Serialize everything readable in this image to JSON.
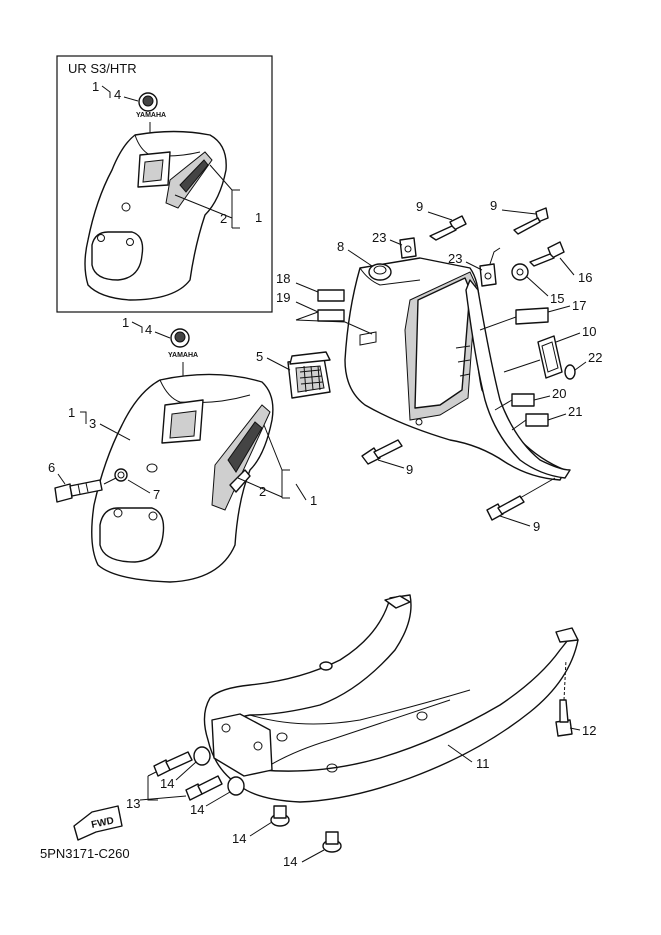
{
  "inset": {
    "title": "UR S3/HTR"
  },
  "emblem_text": "YAMAHA",
  "fwd_text": "FWD",
  "catalog_code": "5PN3171-C260",
  "callouts": {
    "inset_1_top": "1",
    "inset_4": "4",
    "inset_2": "2",
    "inset_1_right": "1",
    "main_1_top": "1",
    "main_4": "4",
    "main_1_left": "1",
    "main_3": "3",
    "c5": "5",
    "c6": "6",
    "c7": "7",
    "main_2": "2",
    "main_1_right": "1",
    "c8": "8",
    "c9_a": "9",
    "c9_b": "9",
    "c9_c": "9",
    "c9_d": "9",
    "c23_a": "23",
    "c23_b": "23",
    "c16": "16",
    "c15": "15",
    "c17": "17",
    "c10": "10",
    "c22": "22",
    "c20": "20",
    "c21": "21",
    "c18": "18",
    "c19": "19",
    "c11": "11",
    "c12": "12",
    "c13": "13",
    "c14_a": "14",
    "c14_b": "14",
    "c14_c": "14",
    "c14_d": "14"
  }
}
